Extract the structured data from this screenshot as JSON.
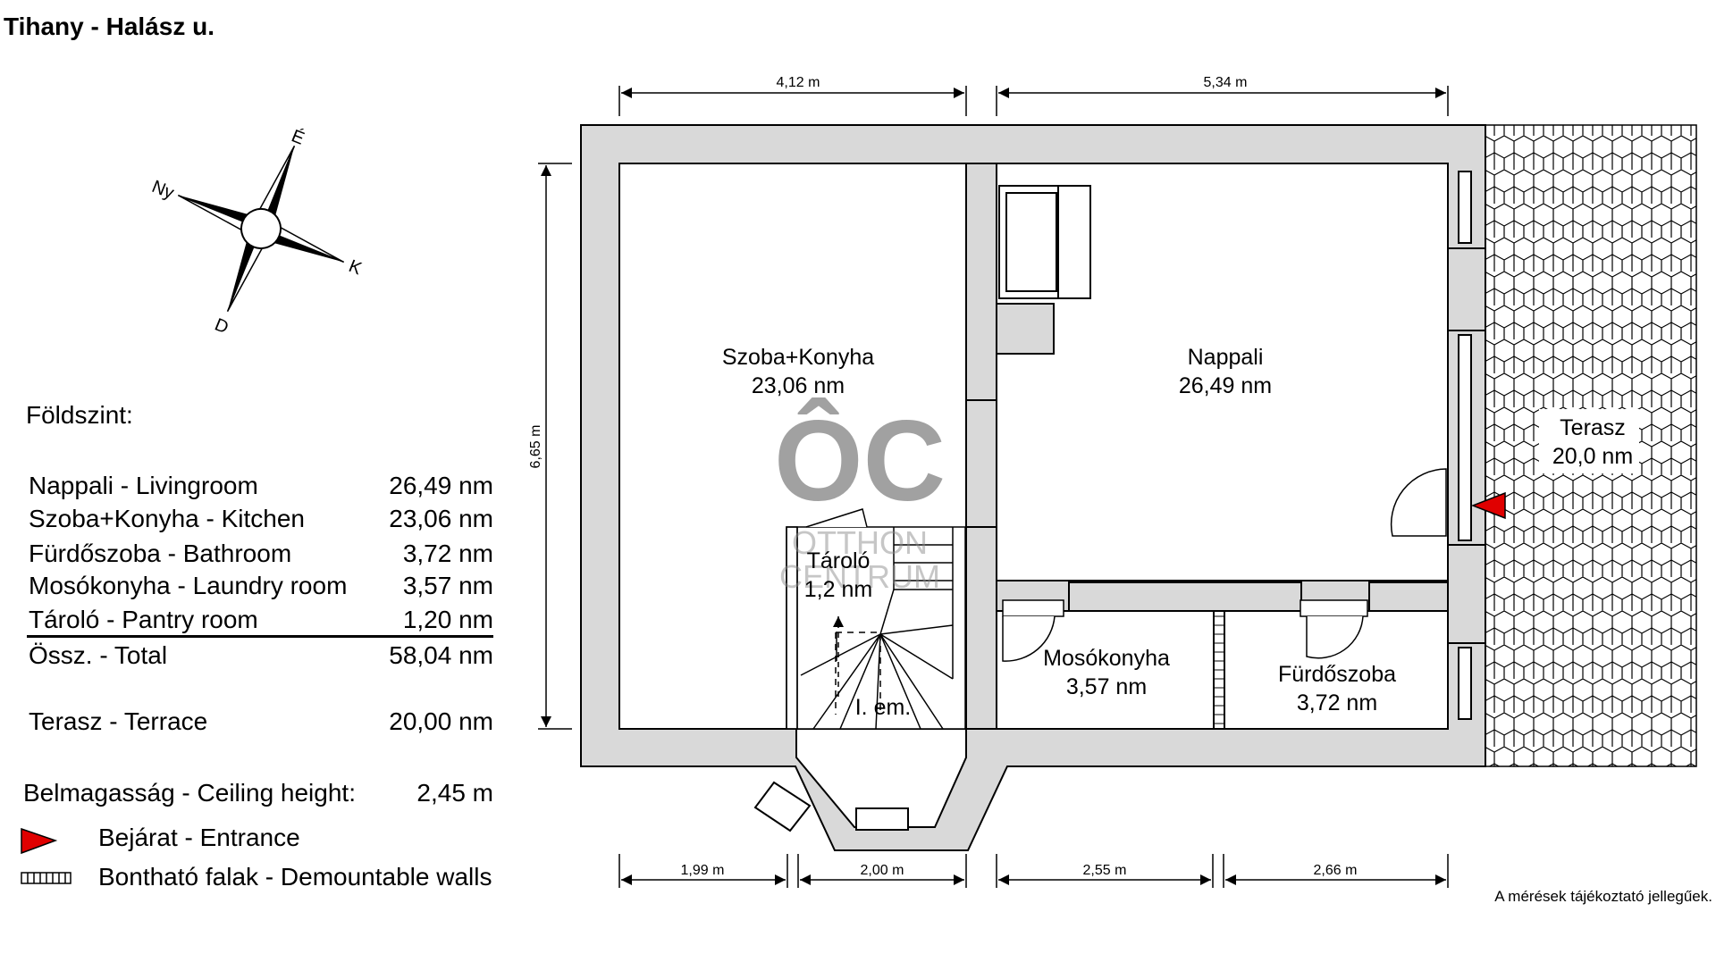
{
  "title": "Tihany  -  Halász u.",
  "compass": {
    "n": "É",
    "e": "K",
    "s": "D",
    "w": "Ny"
  },
  "legend": {
    "title": "Földszint:",
    "rooms": [
      {
        "name": "Nappali - Livingroom",
        "area": "26,49 nm"
      },
      {
        "name": "Szoba+Konyha - Kitchen",
        "area": "23,06 nm"
      },
      {
        "name": "Fürdőszoba - Bathroom",
        "area": "3,72 nm"
      },
      {
        "name": "Mosókonyha - Laundry room",
        "area": "3,57 nm"
      },
      {
        "name": "Tároló - Pantry room",
        "area": "1,20 nm"
      }
    ],
    "total": {
      "name": "Össz. - Total",
      "area": "58,04 nm"
    },
    "terrace": {
      "name": "Terasz - Terrace",
      "area": "20,00 nm"
    },
    "ceiling": {
      "name": "Belmagasság - Ceiling height:",
      "value": "2,45 m"
    },
    "entrance": "Bejárat - Entrance",
    "demountable": "Bontható falak - Demountable walls"
  },
  "dimensions": {
    "top_left": "4,12 m",
    "top_right": "5,34 m",
    "height": "6,65 m",
    "bottom_1": "1,99 m",
    "bottom_2": "2,00 m",
    "bottom_3": "2,55 m",
    "bottom_4": "2,66 m"
  },
  "rooms": {
    "szoba": {
      "name": "Szoba+Konyha",
      "area": "23,06 nm"
    },
    "nappali": {
      "name": "Nappali",
      "area": "26,49 nm"
    },
    "terasz": {
      "name": "Terasz",
      "area": "20,0 nm"
    },
    "tarolo": {
      "name": "Tároló",
      "area": "1,2 nm"
    },
    "mosokonyha": {
      "name": "Mosókonyha",
      "area": "3,57 nm"
    },
    "furdoszoba": {
      "name": "Fürdőszoba",
      "area": "3,72 nm"
    },
    "stairs": "I. em."
  },
  "watermark": {
    "logo": "ÔC",
    "line1": "OTTHON",
    "line2": "CENTRUM"
  },
  "note": "A mérések tájékoztató jellegűek.",
  "colors": {
    "wall": "#d9d9d9",
    "entrance": "#e00000",
    "watermark": "#8a8a8a"
  }
}
